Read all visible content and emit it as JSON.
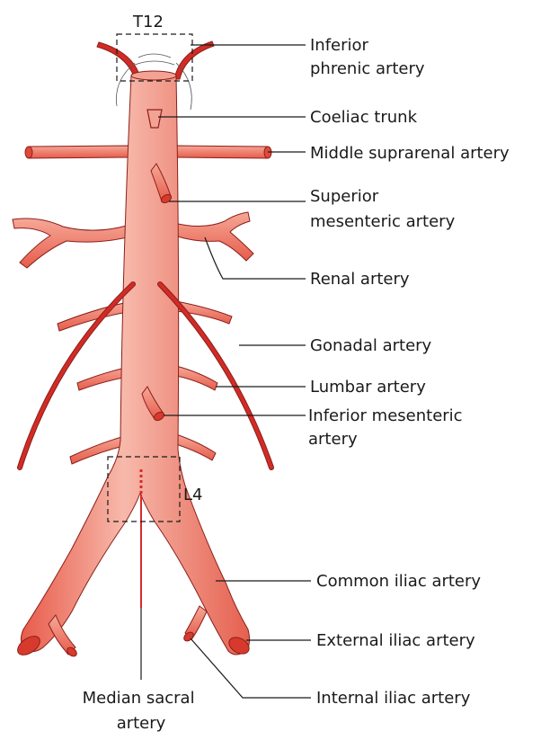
{
  "diagram": {
    "colors": {
      "artery_fill": "#ef6f5e",
      "artery_highlight": "#f7b9ab",
      "artery_outline": "#8b1f1a",
      "gonadal": "#d22b25",
      "sacral": "#d82a2a",
      "label_text": "#1a1a1a"
    },
    "vertebra_labels": {
      "top": "T12",
      "bottom": "L4"
    },
    "labels": {
      "inferior_phrenic": [
        "Inferior",
        "phrenic artery"
      ],
      "coeliac_trunk": [
        "Coeliac trunk"
      ],
      "middle_suprarenal": [
        "Middle suprarenal artery"
      ],
      "superior_mesenteric": [
        "Superior",
        "mesenteric artery"
      ],
      "renal": [
        "Renal artery"
      ],
      "gonadal": [
        "Gonadal artery"
      ],
      "lumbar": [
        "Lumbar artery"
      ],
      "inferior_mesenteric": [
        "Inferior mesenteric",
        "artery"
      ],
      "common_iliac": [
        "Common iliac artery"
      ],
      "external_iliac": [
        "External iliac artery"
      ],
      "internal_iliac": [
        "Internal iliac artery"
      ],
      "median_sacral": [
        "Median sacral",
        "artery"
      ]
    }
  }
}
